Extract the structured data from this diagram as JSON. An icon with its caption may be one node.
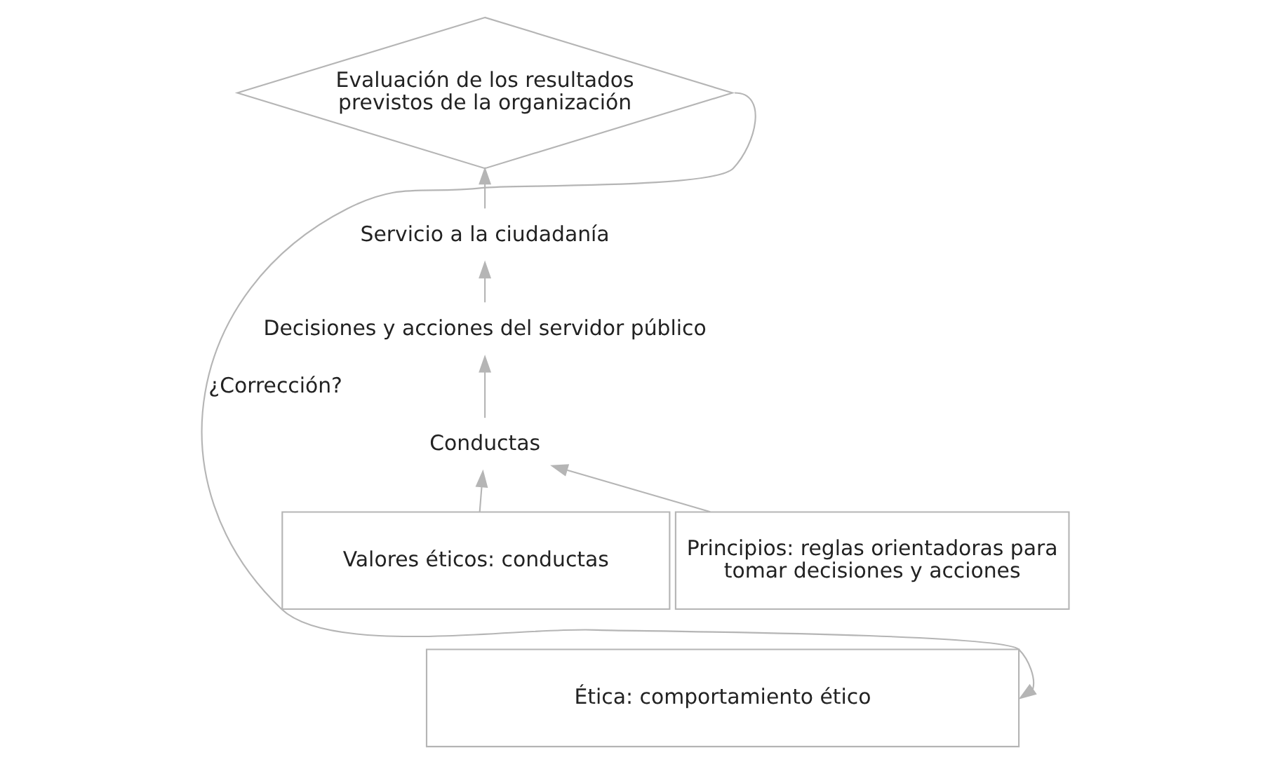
{
  "diagram": {
    "nodes": [
      {
        "text": [
          "Evaluación de los resultados previstos de la organización"
        ]
      },
      {
        "text": [
          "Servicio a la ciudadanía"
        ]
      },
      {
        "text": [
          "Decisiones y acciones del servidor público"
        ]
      },
      {
        "text": [
          "Conductas"
        ]
      },
      {
        "text": [
          "Valores éticos: conductas"
        ]
      },
      {
        "text": [
          "Principios: reglas orientadoras para tomar decisiones y acciones"
        ]
      },
      {
        "text": [
          "Ética: comportamiento ético"
        ]
      }
    ],
    "edges": [
      {
        "from": 4,
        "to": 3,
        "arrow": "to"
      },
      {
        "from": 5,
        "to": 3,
        "arrow": "to"
      },
      {
        "from": 3,
        "to": 2,
        "arrow": "to"
      },
      {
        "from": 2,
        "to": 1,
        "arrow": "to"
      },
      {
        "from": 1,
        "to": 0,
        "arrow": "to"
      },
      {
        "from": 0,
        "to": 6,
        "arrow": "to",
        "label": "¿Corrección?"
      }
    ]
  }
}
